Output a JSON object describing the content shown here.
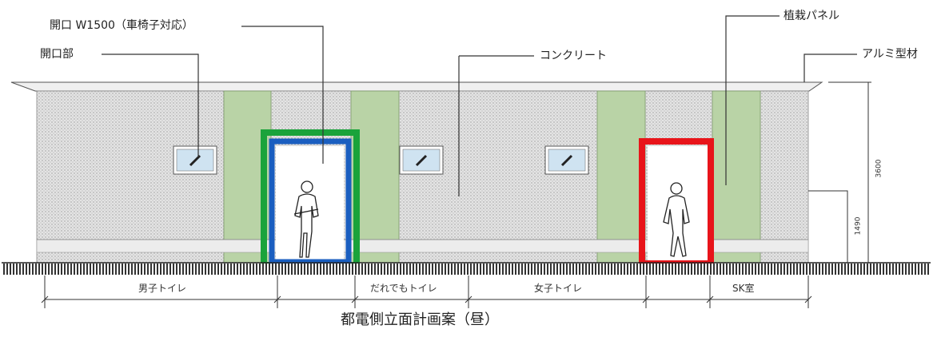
{
  "callouts": {
    "opening_w1500": "開口 W1500（車椅子対応）",
    "opening": "開口部",
    "concrete": "コンクリート",
    "decor_panel": "植栽パネル",
    "aluminum": "アルミ型材"
  },
  "dimension_labels": {
    "mens_toilet": "男子トイレ",
    "everyone_toilet": "だれでもトイレ",
    "womens_toilet": "女子トイレ",
    "sk_room": "SK室",
    "height_total": "3600",
    "height_partial": "1490"
  },
  "caption": "都電側立面計画案（昼）",
  "colors": {
    "green_panel": "#b9d3a6",
    "concrete_fill": "#d8d8d8",
    "window_glass": "#cfe3f1",
    "highlight_green": "#1aa33b",
    "highlight_blue": "#1a5ec0",
    "highlight_red": "#e8141a"
  }
}
